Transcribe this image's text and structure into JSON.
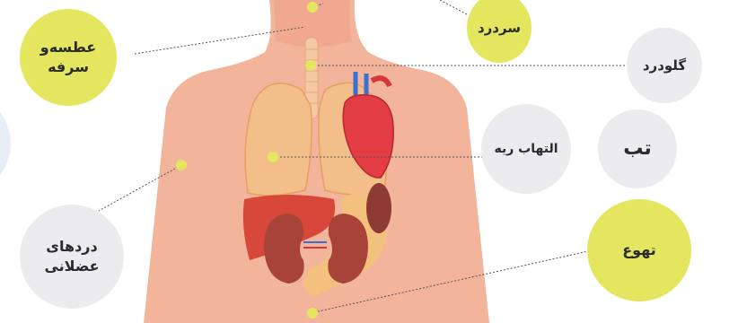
{
  "labels": {
    "headache": "سردرد",
    "sneeze_cough_line1": "عطسه‌و",
    "sneeze_cough_line2": "سرفه",
    "sore_throat": "گلودرد",
    "fever": "تب",
    "pneumonia": "التهاب ریه",
    "muscle_pain_line1": "دردهای",
    "muscle_pain_line2": "عضلانی",
    "vomiting": "تهوع"
  },
  "colors": {
    "accent_yellow": "#e4e65f",
    "bubble_grey": "#ececee",
    "skin": "#f3b49c",
    "lung": "#f2bf8a",
    "heart": "#e23c44",
    "kidney": "#a8433a",
    "liver": "#d8483a"
  },
  "icons": [
    "heart-icon",
    "lungs-icon",
    "kidney-icon",
    "liver-icon",
    "trachea-icon",
    "stomach-icon"
  ]
}
